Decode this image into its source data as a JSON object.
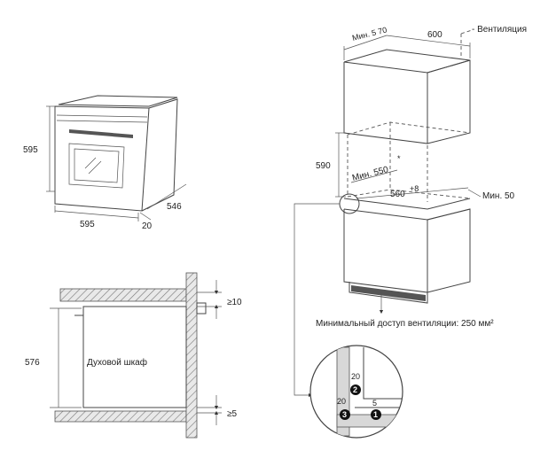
{
  "oven_iso": {
    "height": "595",
    "width": "595",
    "depth": "546",
    "offset": "20"
  },
  "cabinet_iso": {
    "min_depth": "Мин. 5 70",
    "width": "600",
    "ventilation": "- Вентиляция",
    "height": "590",
    "min_niche_depth": "Мин. 550",
    "niche_asterisk": "*",
    "niche_width": "560",
    "niche_width_tol": "+8",
    "min_gap": "Мин. 50",
    "vent_note": "Минимальный доступ вентиляции: 250 мм²"
  },
  "side_section": {
    "top_gap": "≥10",
    "bottom_gap": "≥5",
    "height": "576",
    "label": "Духовой шкаф"
  },
  "detail": {
    "dim_top": "20",
    "dim_left": "20",
    "dim_bottom": "5",
    "badges": [
      "2",
      "3",
      "1"
    ]
  }
}
